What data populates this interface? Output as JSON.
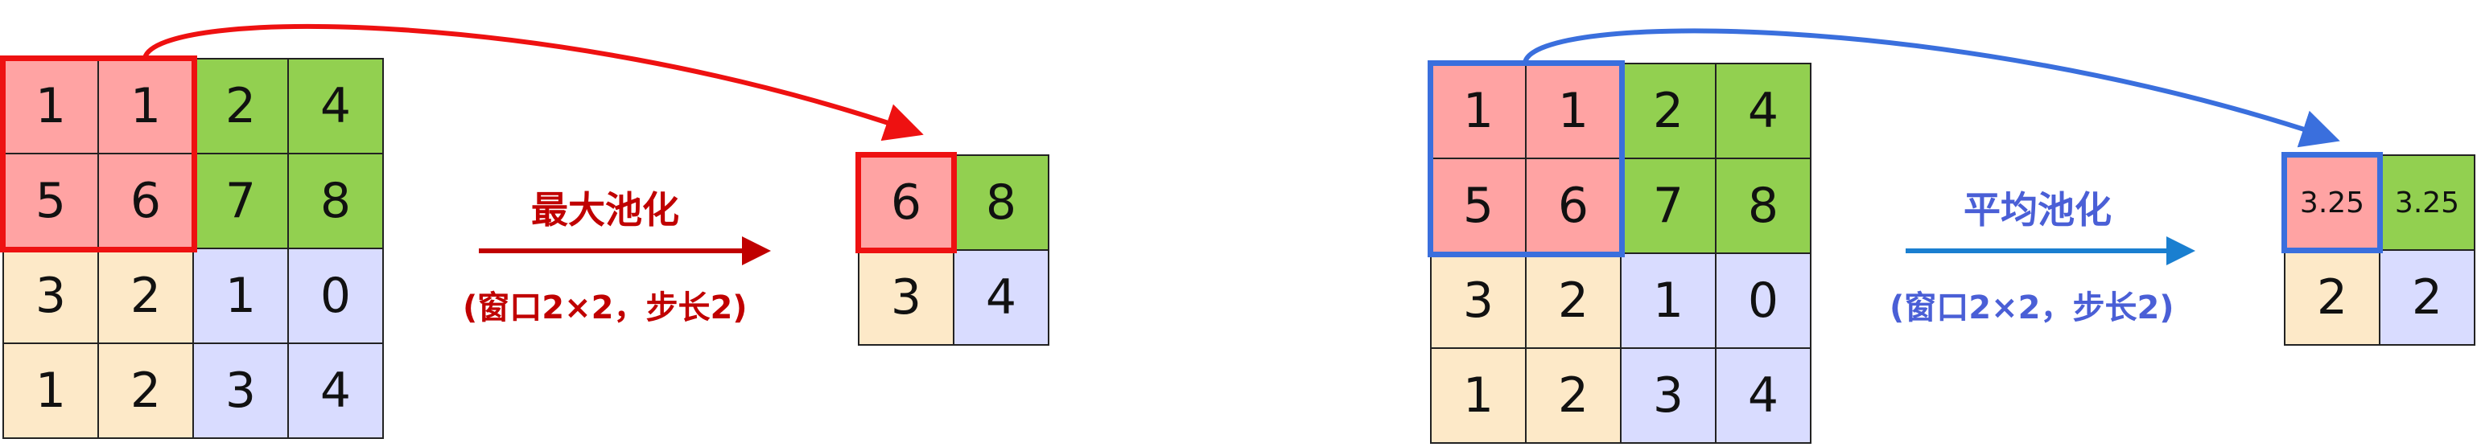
{
  "colors": {
    "red_cell": "#ffa3a3",
    "green_cell": "#92d050",
    "blue_cell": "#d9dcff",
    "cream_cell": "#fde9c8",
    "max_accent": "#ee1111",
    "max_text": "#c00000",
    "avg_accent": "#3a6fdd",
    "avg_text": "#4a5fd6"
  },
  "max_pool": {
    "title": "最大池化",
    "note": "(窗口2×2，步长2)",
    "input": [
      [
        "1",
        "1",
        "2",
        "4"
      ],
      [
        "5",
        "6",
        "7",
        "8"
      ],
      [
        "3",
        "2",
        "1",
        "0"
      ],
      [
        "1",
        "2",
        "3",
        "4"
      ]
    ],
    "output": [
      [
        "6",
        "8"
      ],
      [
        "3",
        "4"
      ]
    ]
  },
  "avg_pool": {
    "title": "平均池化",
    "note": "(窗口2×2，步长2)",
    "input": [
      [
        "1",
        "1",
        "2",
        "4"
      ],
      [
        "5",
        "6",
        "7",
        "8"
      ],
      [
        "3",
        "2",
        "1",
        "0"
      ],
      [
        "1",
        "2",
        "3",
        "4"
      ]
    ],
    "output": [
      [
        "3.25",
        "3.25"
      ],
      [
        "2",
        "2"
      ]
    ]
  }
}
